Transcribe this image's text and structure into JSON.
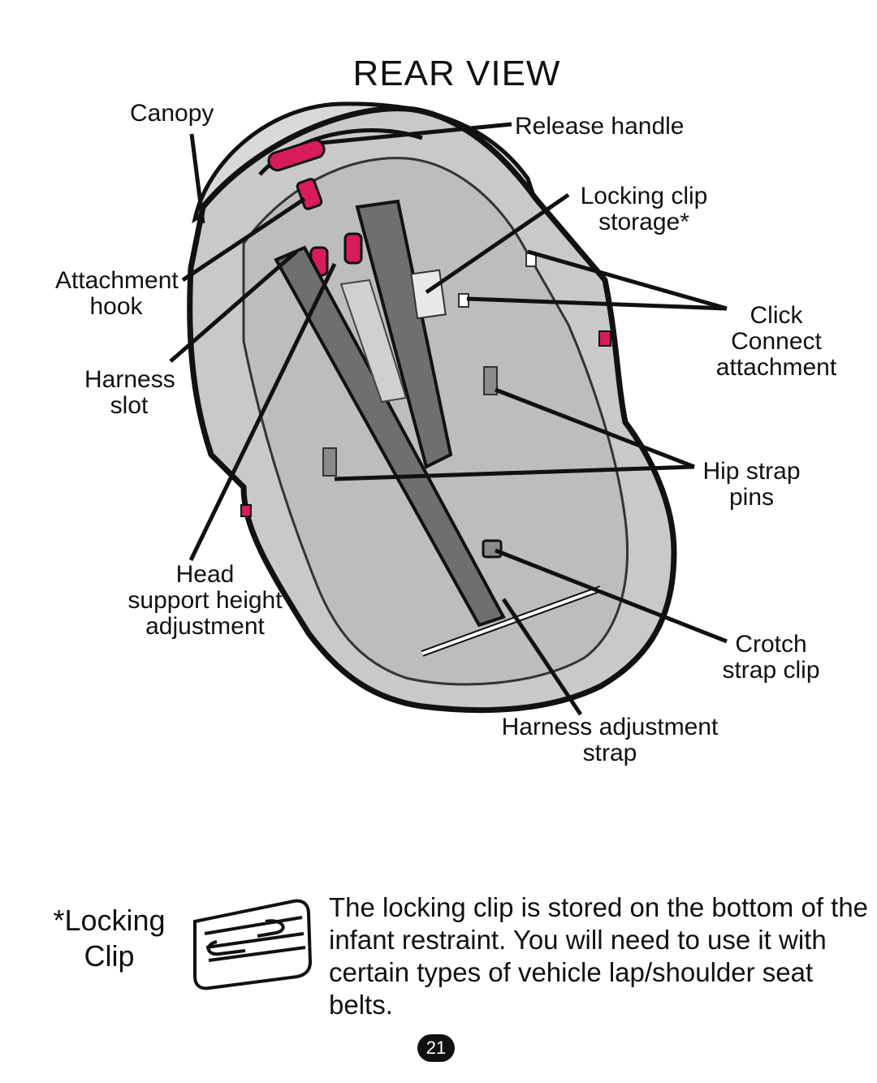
{
  "page": {
    "title": "REAR VIEW",
    "page_number": "21"
  },
  "callouts": {
    "canopy": "Canopy",
    "release_handle": "Release handle",
    "locking_clip_storage": [
      "Locking clip",
      "storage*"
    ],
    "attachment_hook": [
      "Attachment",
      "hook"
    ],
    "harness_slot": [
      "Harness",
      "slot"
    ],
    "click_connect": [
      "Click",
      "Connect",
      "attachment"
    ],
    "hip_strap_pins": [
      "Hip strap",
      "pins"
    ],
    "head_support": [
      "Head",
      "support height",
      "adjustment"
    ],
    "crotch_strap_clip": [
      "Crotch",
      "strap clip"
    ],
    "harness_adjustment_strap": [
      "Harness adjustment",
      "strap"
    ]
  },
  "footnote": {
    "label": [
      "*Locking",
      "Clip"
    ],
    "text": "The locking clip is stored on the bottom of the infant restraint. You will need to use it with certain types of vehicle lap/shoulder seat belts."
  },
  "colors": {
    "accent": "#d81b5c",
    "shell": "#c9c9c9",
    "strap": "#6f6f6f",
    "outline": "#111111"
  },
  "icons": {
    "locking_clip": "locking-clip-icon"
  }
}
